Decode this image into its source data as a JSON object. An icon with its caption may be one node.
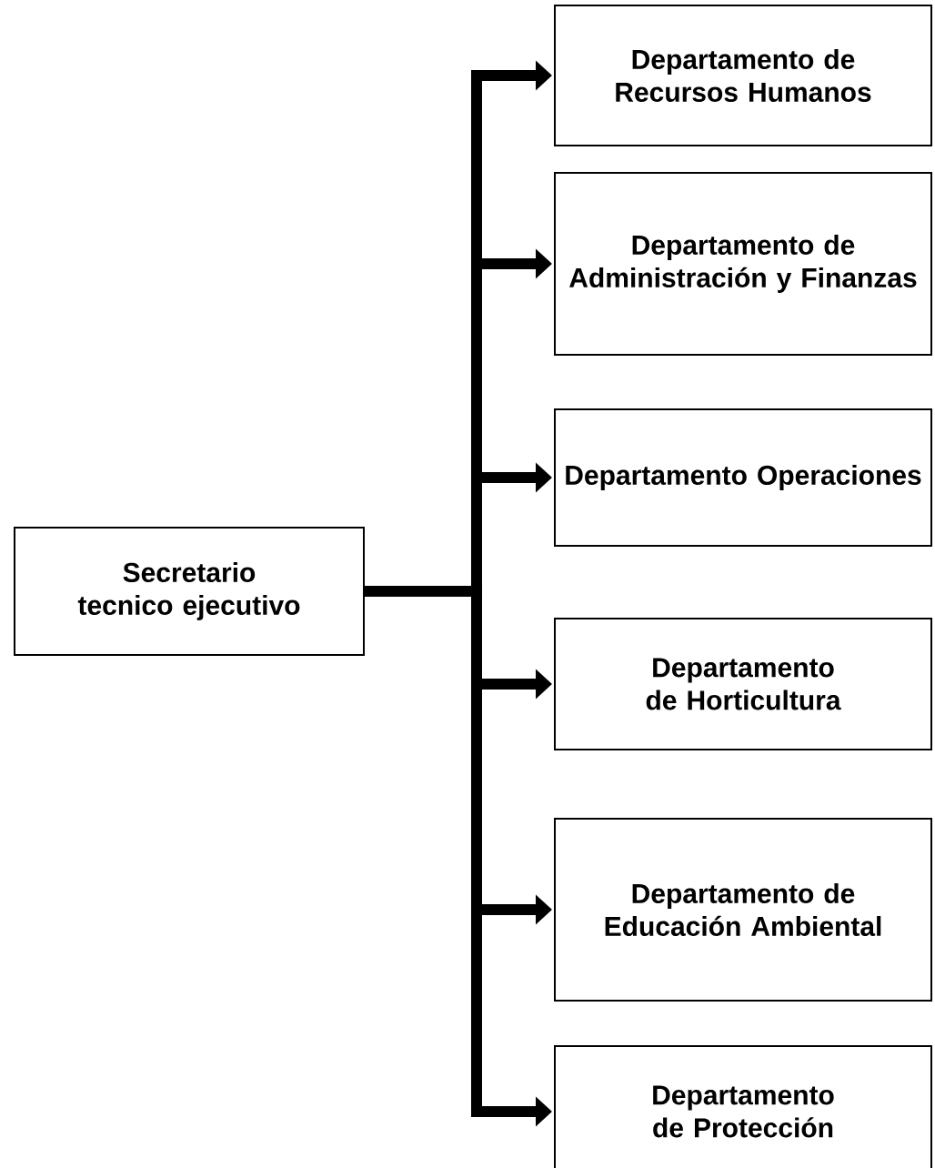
{
  "diagram": {
    "nodes": [
      {
        "text": [
          "Secretario tecnico ejecutivo"
        ]
      },
      {
        "text": [
          "Departamento de Recursos Humanos"
        ]
      },
      {
        "text": [
          "Departamento de Administración y Finanzas"
        ]
      },
      {
        "text": [
          "Departamento Operaciones"
        ]
      },
      {
        "text": [
          "Departamento de Horticultura"
        ]
      },
      {
        "text": [
          "Departamento de Educación Ambiental"
        ]
      },
      {
        "text": [
          "Departamento de Protección"
        ]
      }
    ],
    "edges": [
      {
        "from": 0,
        "to": 1,
        "arrow": "to"
      },
      {
        "from": 0,
        "to": 2,
        "arrow": "to"
      },
      {
        "from": 0,
        "to": 3,
        "arrow": "to"
      },
      {
        "from": 0,
        "to": 4,
        "arrow": "to"
      },
      {
        "from": 0,
        "to": 5,
        "arrow": "to"
      },
      {
        "from": 0,
        "to": 6,
        "arrow": "to"
      }
    ]
  }
}
